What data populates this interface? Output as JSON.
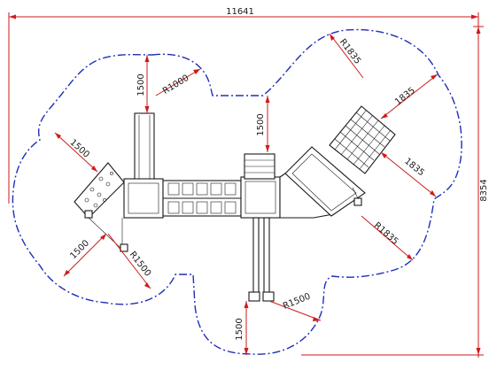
{
  "dimensions": {
    "overall_width": "11641",
    "overall_height": "8354",
    "top_offset_left": "1500",
    "radius_top_left": "R1000",
    "center_offset": "1500",
    "radius_top_right": "R1835",
    "diag_right_upper": "1835",
    "diag_right_lower": "1835",
    "radius_right_lower": "R1835",
    "left_upper": "1500",
    "left_lower": "1500",
    "radius_left_lower": "R1500",
    "radius_bottom": "R1500",
    "bottom_offset": "1500"
  },
  "colors": {
    "dimension_line": "#d11a1a",
    "safety_zone": "#1f2fb8",
    "equipment": "#1a1a1a"
  }
}
